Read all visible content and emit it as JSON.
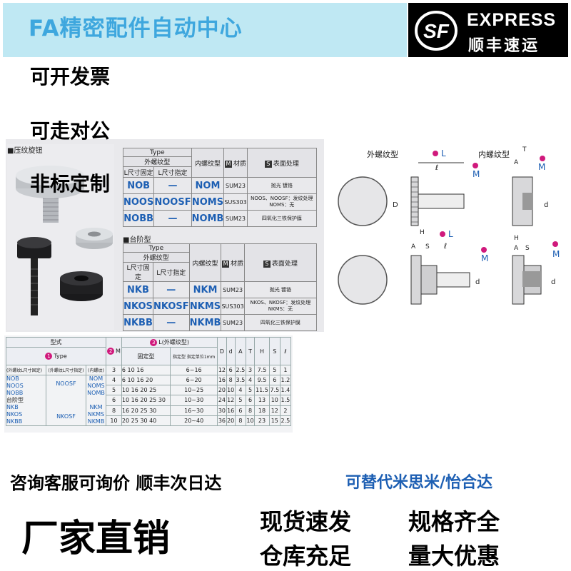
{
  "header": {
    "brand_title": "FA精密配件自动中心",
    "sf_express": "EXPRESS",
    "sf_cn": "顺丰速运"
  },
  "promos": [
    "可开发票",
    "可走对公",
    "非标定制"
  ],
  "catalog": {
    "section1": "■压纹旋钮",
    "section2": "■台阶型",
    "type_header": "Type",
    "ext_header": "外螺纹型",
    "l_fixed": "L尺寸固定",
    "l_spec": "L尺寸指定",
    "int_header": "内螺纹型",
    "mat_header": "材质",
    "surf_header": "表面处理",
    "rows1": [
      {
        "fixed": "NOB",
        "spec": "—",
        "internal": "NOM",
        "material": "SUM23",
        "surface": "抛光 镀铬"
      },
      {
        "fixed": "NOOS",
        "spec": "NOOSF",
        "internal": "NOMS",
        "material": "SUS303",
        "surface": "NOOS、NOOSF：发纹处理 NOMS：无"
      },
      {
        "fixed": "NOBB",
        "spec": "—",
        "internal": "NOMB",
        "material": "SUM23",
        "surface": "四氧化三铁保护膜"
      }
    ],
    "rows2": [
      {
        "fixed": "NKB",
        "spec": "—",
        "internal": "NKM",
        "material": "SUM23",
        "surface": "抛光 镀铬"
      },
      {
        "fixed": "NKOS",
        "spec": "NKOSF",
        "internal": "NKMS",
        "material": "SUS303",
        "surface": "NKOS、NKOSF：发纹处理 NKMS：无"
      },
      {
        "fixed": "NKBB",
        "spec": "—",
        "internal": "NKMB",
        "material": "SUM23",
        "surface": "四氧化三铁保护膜"
      }
    ]
  },
  "drawing": {
    "ext_label": "外螺纹型",
    "int_label": "内螺纹型",
    "L": "L",
    "M": "M",
    "D": "D",
    "d": "d",
    "A": "A",
    "S": "S",
    "H": "H",
    "T": "T",
    "ell": "ℓ"
  },
  "spec": {
    "h_model": "型式",
    "h_type": "Type",
    "h_m": "M",
    "h_L": "L(外螺纹型)",
    "h_fixed": "固定型",
    "h_spec": "指定型 指定单位1mm",
    "h_sub1": "(外螺纹L尺寸固定)",
    "h_sub2": "(外螺纹L尺寸指定)",
    "h_sub3": "(内螺纹)",
    "cols": [
      "D",
      "d",
      "A",
      "T",
      "H",
      "S",
      "ℓ"
    ],
    "rows": [
      {
        "m": "3",
        "fixed": "6 10 16",
        "spec": "6~16",
        "vals": [
          "12",
          "6",
          "2.5",
          "3",
          "7.5",
          "5",
          "1"
        ]
      },
      {
        "m": "4",
        "fixed": "6 10 16 20",
        "spec": "6~20",
        "vals": [
          "16",
          "8",
          "3.5",
          "4",
          "9.5",
          "6",
          "1.2"
        ]
      },
      {
        "m": "5",
        "fixed": "10 16 20 25",
        "spec": "10~25",
        "vals": [
          "20",
          "10",
          "4",
          "5",
          "11.5",
          "7.5",
          "1.4"
        ]
      },
      {
        "m": "6",
        "fixed": "10 16 20 25 30",
        "spec": "10~30",
        "vals": [
          "24",
          "12",
          "5",
          "6",
          "13",
          "10",
          "1.5"
        ]
      },
      {
        "m": "8",
        "fixed": "16 20 25 30",
        "spec": "16~30",
        "vals": [
          "30",
          "16",
          "6",
          "8",
          "18",
          "12",
          "2"
        ]
      },
      {
        "m": "10",
        "fixed": "20 25 30 40",
        "spec": "20~40",
        "vals": [
          "36",
          "20",
          "8",
          "10",
          "23",
          "15",
          "2.5"
        ]
      }
    ],
    "col1_items": [
      "NOB",
      "NOOS",
      "NOBB",
      "台阶型",
      "NKB",
      "NKOS",
      "NKBB"
    ],
    "col2_items": [
      "NOOSF",
      "NKOSF"
    ],
    "col3_items": [
      "NOM",
      "NOMS",
      "NOMB",
      "NKM",
      "NKMS",
      "NKMB"
    ]
  },
  "bottom": {
    "consult": "咨询客服可询价 顺丰次日达",
    "alt": "可替代米思米/怡合达",
    "factory": "厂家直销",
    "f1": "现货速发",
    "f2": "规格齐全",
    "f3": "仓库充足",
    "f4": "量大优惠"
  }
}
